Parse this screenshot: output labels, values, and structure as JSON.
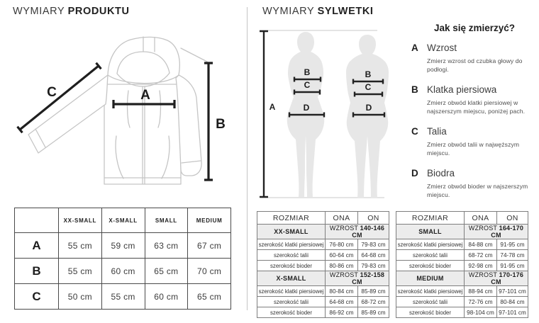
{
  "palette": {
    "measure_line": "#1f1f1f",
    "sketch_gray": "#c5c5c5",
    "silhouette_gray": "#e7e7e7",
    "table_band_gray": "#ececec"
  },
  "product": {
    "title_regular": "WYMIARY",
    "title_bold": "PRODUKTU",
    "diagram": {
      "label_a": "A",
      "label_b": "B",
      "label_c": "C"
    },
    "table": {
      "size_headers": [
        "XX-SMALL",
        "X-SMALL",
        "SMALL",
        "MEDIUM"
      ],
      "rows": [
        {
          "label": "A",
          "values": [
            "55 cm",
            "59 cm",
            "63 cm",
            "67 cm"
          ]
        },
        {
          "label": "B",
          "values": [
            "55 cm",
            "60 cm",
            "65 cm",
            "70 cm"
          ]
        },
        {
          "label": "C",
          "values": [
            "50 cm",
            "55 cm",
            "60 cm",
            "65 cm"
          ]
        }
      ]
    }
  },
  "body": {
    "title_regular": "WYMIARY",
    "title_bold": "SYLWETKI",
    "silhouette": {
      "label_a": "A",
      "female_markers": [
        "B",
        "C",
        "D"
      ],
      "male_markers": [
        "B",
        "C",
        "D"
      ]
    },
    "how_to": {
      "title": "Jak się zmierzyć?",
      "items": [
        {
          "letter": "A",
          "name": "Wzrost",
          "desc": "Zmierz wzrost od czubka głowy do podłogi."
        },
        {
          "letter": "B",
          "name": "Klatka piersiowa",
          "desc": "Zmierz obwód klatki piersiowej w najszerszym miejscu, poniżej pach."
        },
        {
          "letter": "C",
          "name": "Talia",
          "desc": "Zmierz obwód talii w najwęższym miejscu."
        },
        {
          "letter": "D",
          "name": "Biodra",
          "desc": "Zmierz obwód bioder w najszerszym miejscu."
        }
      ]
    },
    "tables": [
      {
        "headers": {
          "size": "ROZMIAR",
          "her": "ONA",
          "him": "ON"
        },
        "sections": [
          {
            "size": "XX-SMALL",
            "height_label": "WZROST",
            "height_value": "140-146 CM",
            "rows": [
              {
                "label": "szerokość klatki piersiowej",
                "her": "76-80 cm",
                "him": "79-83 cm"
              },
              {
                "label": "szerokość talii",
                "her": "60-64 cm",
                "him": "64-68 cm"
              },
              {
                "label": "szerokość bioder",
                "her": "80-86 cm",
                "him": "79-83 cm"
              }
            ]
          },
          {
            "size": "X-SMALL",
            "height_label": "WZROST",
            "height_value": "152-158 CM",
            "rows": [
              {
                "label": "szerokość klatki piersiowej",
                "her": "80-84 cm",
                "him": "85-89 cm"
              },
              {
                "label": "szerokość talii",
                "her": "64-68 cm",
                "him": "68-72 cm"
              },
              {
                "label": "szerokość bioder",
                "her": "86-92 cm",
                "him": "85-89 cm"
              }
            ]
          }
        ]
      },
      {
        "headers": {
          "size": "ROZMIAR",
          "her": "ONA",
          "him": "ON"
        },
        "sections": [
          {
            "size": "SMALL",
            "height_label": "WZROST",
            "height_value": "164-170 CM",
            "rows": [
              {
                "label": "szerokość klatki piersiowej",
                "her": "84-88 cm",
                "him": "91-95 cm"
              },
              {
                "label": "szerokość talii",
                "her": "68-72 cm",
                "him": "74-78 cm"
              },
              {
                "label": "szerokość bioder",
                "her": "92-98 cm",
                "him": "91-95 cm"
              }
            ]
          },
          {
            "size": "MEDIUM",
            "height_label": "WZROST",
            "height_value": "170-176 CM",
            "rows": [
              {
                "label": "szerokość klatki piersiowej",
                "her": "88-94 cm",
                "him": "97-101 cm"
              },
              {
                "label": "szerokość talii",
                "her": "72-76 cm",
                "him": "80-84 cm"
              },
              {
                "label": "szerokość bioder",
                "her": "98-104 cm",
                "him": "97-101 cm"
              }
            ]
          }
        ]
      }
    ]
  }
}
